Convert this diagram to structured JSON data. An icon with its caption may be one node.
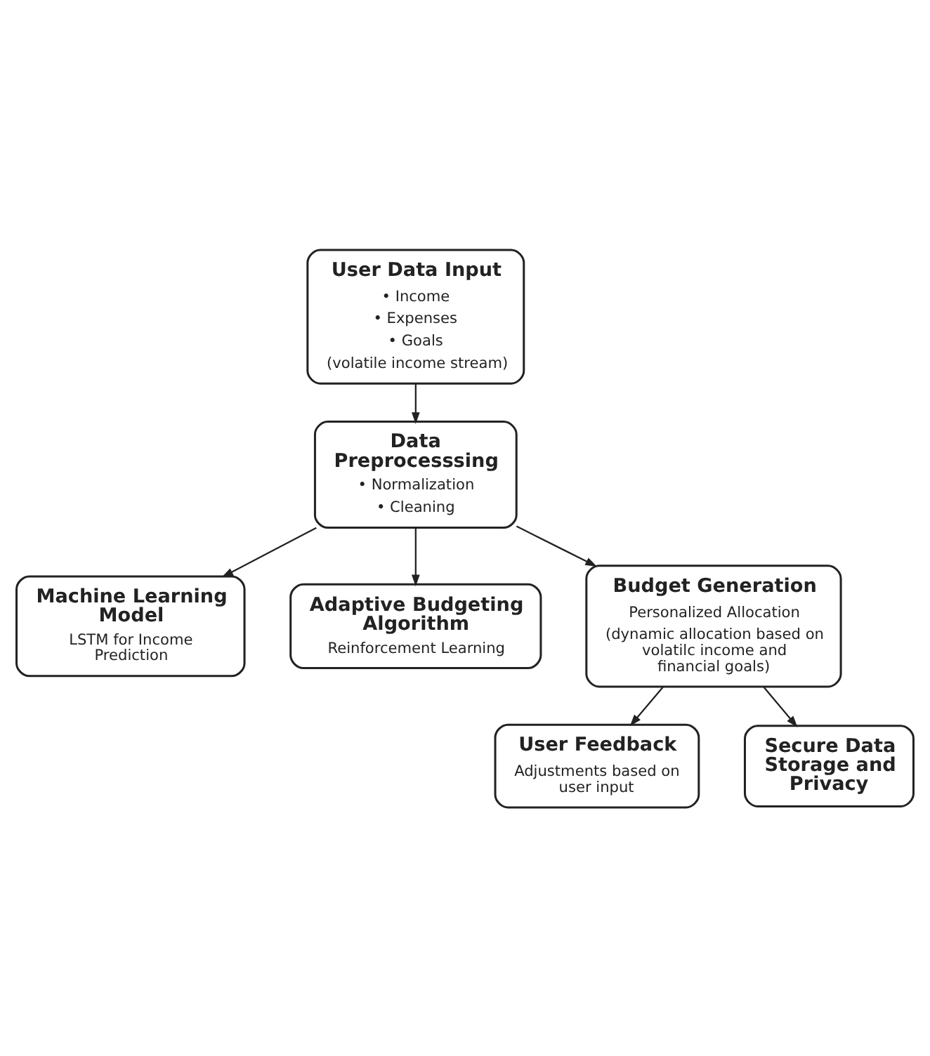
{
  "diagram": {
    "nodes": [
      {
        "text": [
          "User Data Input",
          "• Income",
          "• Expenses",
          "• Goals",
          "(volatile income stream)"
        ]
      },
      {
        "text": [
          "Data Preprocesssing",
          "• Normalization",
          "• Cleaning"
        ]
      },
      {
        "text": [
          "Machine Learning Model",
          "LSTM for Income Prediction"
        ]
      },
      {
        "text": [
          "Adaptive Budgeting Algorithm",
          "Reinforcement Learning"
        ]
      },
      {
        "text": [
          "Budget Generation",
          "Personalized Allocation",
          "(dynamic allocation based on volatilc income and financial goals)"
        ]
      },
      {
        "text": [
          "User Feedback",
          "Adjustments based on user input"
        ]
      },
      {
        "text": [
          "Secure Data Storage and Privacy"
        ]
      }
    ],
    "edges": [
      {
        "from": 0,
        "to": 1,
        "arrow": "to"
      },
      {
        "from": 1,
        "to": 2,
        "arrow": "to"
      },
      {
        "from": 1,
        "to": 3,
        "arrow": "to"
      },
      {
        "from": 1,
        "to": 4,
        "arrow": "to"
      },
      {
        "from": 4,
        "to": 5,
        "arrow": "to"
      },
      {
        "from": 4,
        "to": 6,
        "arrow": "to"
      }
    ]
  }
}
